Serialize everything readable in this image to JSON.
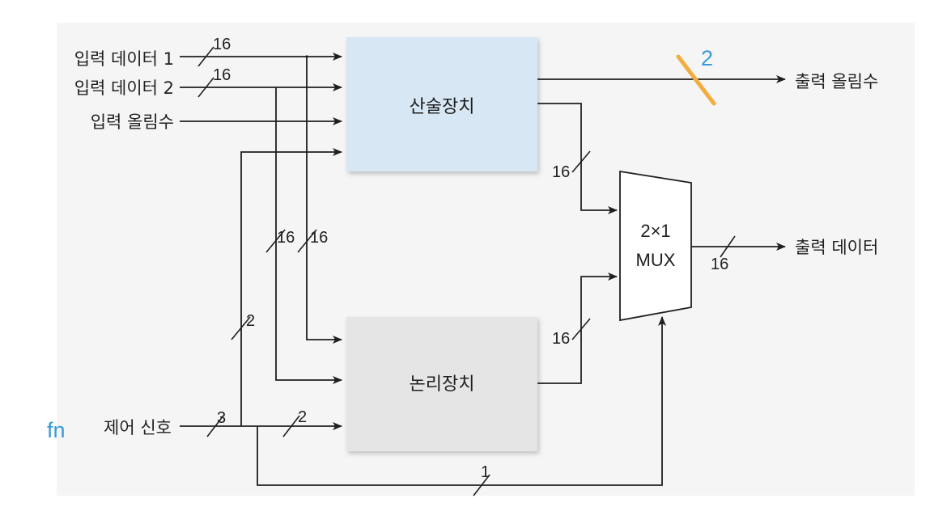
{
  "inputs": {
    "data1": "입력 데이터 1",
    "data2": "입력 데이터 2",
    "carry_in": "입력 올림수",
    "control": "제어 신호"
  },
  "outputs": {
    "carry_out": "출력 올림수",
    "data_out": "출력 데이터"
  },
  "blocks": {
    "arithmetic": "산술장치",
    "logic": "논리장치",
    "mux_line1": "2×1",
    "mux_line2": "MUX"
  },
  "bus_widths": {
    "data1": "16",
    "data2": "16",
    "data1_to_logic": "16",
    "data2_to_logic": "16",
    "arith_out": "16",
    "logic_out": "16",
    "mux_out": "16",
    "control": "3",
    "control_to_arith": "2",
    "control_to_logic": "2",
    "control_to_mux": "1"
  },
  "annotations": {
    "carry_width": "2",
    "control_name": "fn",
    "highlight_color": "#f2ad3e",
    "annotation_color": "#3a9ad6"
  },
  "colors": {
    "arith_fill": "#d7e8f4",
    "logic_fill": "#e5e5e5"
  }
}
